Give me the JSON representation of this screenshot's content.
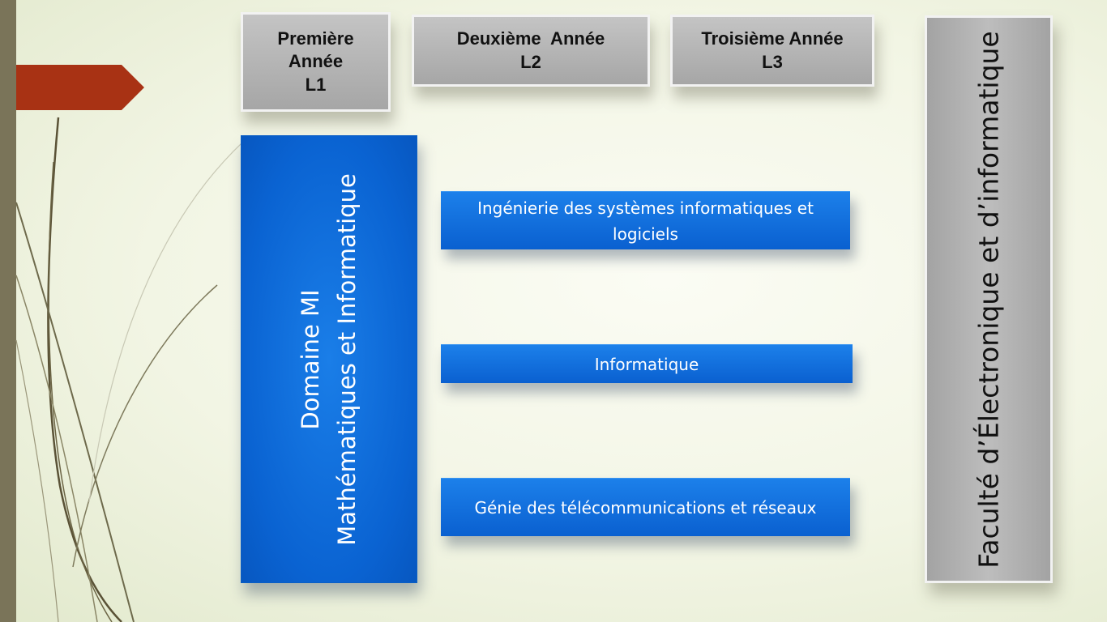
{
  "years": [
    {
      "lines": [
        "Première",
        "Année",
        "L1"
      ]
    },
    {
      "lines": [
        "Deuxième  Année",
        "L2"
      ]
    },
    {
      "lines": [
        "Troisième Année",
        "L3"
      ]
    }
  ],
  "domain": {
    "line1": "Domaine MI",
    "line2": "Mathématiques et Informatique"
  },
  "specialties": [
    {
      "lines": [
        "Ingénierie des systèmes informatiques et",
        "logiciels"
      ]
    },
    {
      "lines": [
        "Informatique"
      ]
    },
    {
      "lines": [
        "Génie des télécommunications et réseaux"
      ]
    }
  ],
  "faculty": {
    "label": "Faculté d’Électronique et d’informatique"
  },
  "colors": {
    "accent_arrow": "#a83214",
    "domain_blue": "#0a63d2",
    "header_gray": "#b4b4b4",
    "side_bar": "#7a7459"
  }
}
